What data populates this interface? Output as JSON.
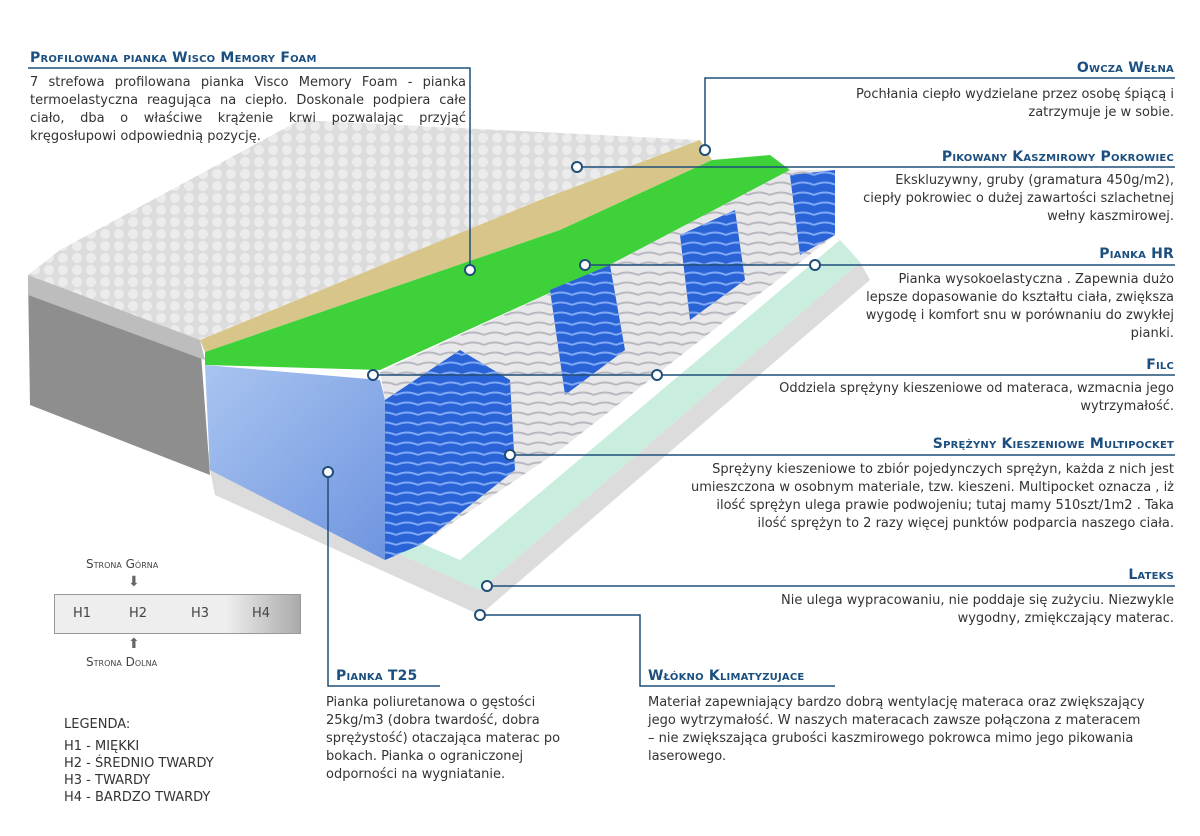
{
  "callouts": {
    "wisco": {
      "title": "Profilowana pianka Wisco Memory Foam",
      "text": "7 strefowa profilowana pianka Visco Memory Foam - pianka termoelastyczna reagująca na ciepło.  Doskonale podpiera całe ciało, dba o właściwe krążenie krwi pozwalając przyjąć kręgosłupowi odpowiednią pozycję."
    },
    "owcza": {
      "title": "Owcza Wełna",
      "text": "Pochłania ciepło wydzielane przez osobę śpiącą i zatrzymuje je w sobie."
    },
    "pikowany": {
      "title": "Pikowany Kaszmirowy Pokrowiec",
      "text": "Ekskluzywny, gruby (gramatura 450g/m2), ciepły pokrowiec o dużej zawartości szlachetnej wełny kaszmirowej."
    },
    "hr": {
      "title": "Pianka HR",
      "text": "Pianka wysokoelastyczna . Zapewnia dużo lepsze dopasowanie do kształtu ciała, zwiększa wygodę i komfort snu w porównaniu do zwykłej pianki."
    },
    "filc": {
      "title": "Filc",
      "text": "Oddziela sprężyny kieszeniowe od materaca, wzmacnia jego wytrzymałość."
    },
    "sprezyny": {
      "title": "Sprężyny Kieszeniowe  Multipocket",
      "text": "Sprężyny kieszeniowe to zbiór pojedynczych sprężyn, każda z nich jest umieszczona w osobnym materiale, tzw. kieszeni. Multipocket oznacza , iż ilość sprężyn ulega prawie podwojeniu; tutaj mamy 510szt/1m2 . Taka ilość sprężyn to 2 razy więcej punktów podparcia naszego ciała."
    },
    "lateks": {
      "title": "Lateks",
      "text": "Nie ulega wypracowaniu, nie poddaje się zużyciu. Niezwykle wygodny, zmiękczający materac."
    },
    "t25": {
      "title": "Pianka T25",
      "text": "Pianka poliuretanowa o gęstości 25kg/m3 (dobra twardość, dobra sprężystość) otaczająca materac po bokach. Pianka o ograniczonej odporności na wygniatanie."
    },
    "wlokno": {
      "title": "Włókno Klimatyzujace",
      "text": "Materiał zapewniający bardzo dobrą wentylację materaca oraz zwiększający jego wytrzymałość. W naszych materacach zawsze połączona z materacem – nie zwiększająca grubości kaszmirowego pokrowca mimo jego pikowania laserowego."
    }
  },
  "hardness": {
    "top_label": "Strona Górna",
    "bottom_label": "Strona Dolna",
    "levels": [
      "H1",
      "H2",
      "H3",
      "H4"
    ],
    "legend_title": "LEGENDA:",
    "legend": [
      "H1 - MIĘKKI",
      "H2 - ŚREDNIO TWARDY",
      "H3 - TWARDY",
      "H4 - BARDZO TWARDY"
    ]
  },
  "colors": {
    "accent": "#1b4f80",
    "line": "#1f4e79",
    "foam_green": "#3fd13a",
    "spring_blue": "#2a63d6"
  }
}
